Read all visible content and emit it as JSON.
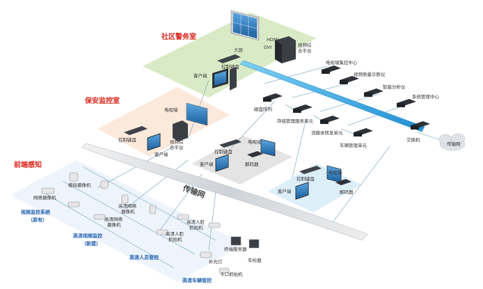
{
  "sections": {
    "community_police": "社区警务室",
    "security_control": "保安监控室",
    "frontend": "前端感知"
  },
  "police_room": {
    "big_screen": "大屏",
    "hdmi": "HDMI",
    "dvi": "DVI",
    "video_platform": "视频综合平台",
    "control_keyboard": "控制键盘",
    "client": "客户端"
  },
  "core": {
    "tv_wall_center": "电视墙集控中心",
    "video_quality": "视频质量诊断仪",
    "smart_analyzer": "智能分析仪",
    "system_center": "系统管理中心",
    "disk_array": "磁盘阵列",
    "storage_unit": "存储管理服务单元",
    "stream_unit": "流媒体转发单元",
    "vehicle_unit": "车辆管理单元",
    "switch": "交换机",
    "transport_net": "传输网"
  },
  "security_room": {
    "tv_wall": "电视墙",
    "control_keyboard": "控制键盘",
    "video_platform": "视频综合平台",
    "client": "客户端"
  },
  "panel_gray": {
    "tv_wall": "电视墙",
    "control_keyboard": "控制键盘",
    "client": "客户端",
    "decoder": "解码器"
  },
  "panel_blue": {
    "tv_wall": "电视墙",
    "control_keyboard": "控制键盘",
    "client": "客户端",
    "decoder": "解码器"
  },
  "transport": "传输网",
  "frontend": {
    "analog_camera": "模拟摄像机",
    "network_camera": "网络摄像机",
    "system_label_1": "视频监控系统",
    "system_label_2": "（原有）",
    "hd_camera_1": "高清网络",
    "hd_camera_2": "摄像机",
    "hd_camera_b_1": "高清网络",
    "hd_camera_b_2": "摄像机",
    "hd_label_1": "高清视频监控",
    "hd_label_2": "（新建）",
    "face_1": "高清人脸",
    "face_2": "抓拍机",
    "face_b_1": "高清人脸",
    "face_b_2": "抓拍机",
    "person_label": "高清人员管控",
    "terminal_server": "终端服务器",
    "fill_light": "补光灯",
    "vehicle_detector": "车检器",
    "bayonet_1": "卡口抓拍机",
    "vehicle_label": "高清车辆管控"
  },
  "colors": {
    "police_bg": "#d9ebc6",
    "security_bg": "#fbe9dc",
    "gray_panel": "#e4e4e4",
    "blue_panel": "#dceef8",
    "front_bg": "#eef4fb",
    "fiber": "#2da3e0",
    "section_red": "#d9261c",
    "label_blue": "#1e5fb0"
  }
}
